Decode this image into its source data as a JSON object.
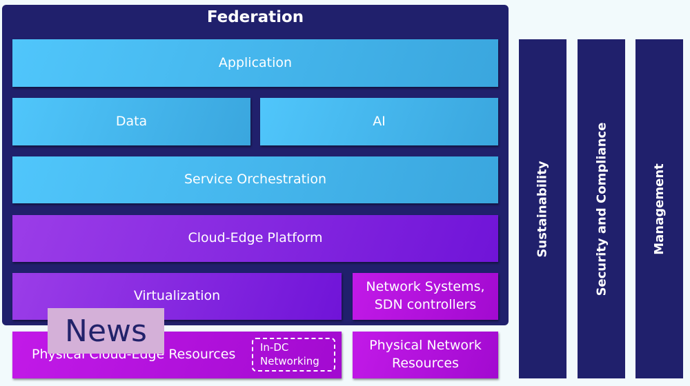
{
  "title": "Federation",
  "layers": {
    "application": "Application",
    "data": "Data",
    "ai": "AI",
    "service_orchestration": "Service Orchestration",
    "cloud_edge_platform": "Cloud-Edge Platform",
    "virtualization": "Virtualization",
    "network_systems": "Network Systems, SDN controllers",
    "physical_cloud_edge": "Physical Cloud-Edge Resources",
    "in_dc_networking": "In-DC Networking",
    "physical_network": "Physical Network Resources"
  },
  "columns": [
    "Sustainability",
    "Security and Compliance",
    "Management"
  ],
  "overlay": "News",
  "colors": {
    "navy": "#20206c",
    "blue": "#44b6ec",
    "purple": "#7c20dc",
    "magenta": "#b012dc",
    "background": "#f2fafc"
  }
}
